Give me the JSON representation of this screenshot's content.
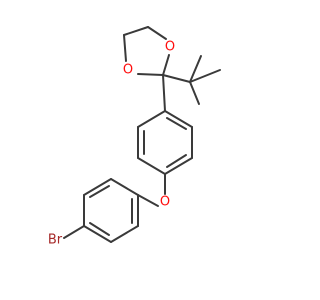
{
  "molecule": {
    "atoms": {
      "oxygen_ring_top": {
        "symbol": "O",
        "color": "#ff0d0d"
      },
      "oxygen_ring_left": {
        "symbol": "O",
        "color": "#ff0d0d"
      },
      "oxygen_ether": {
        "symbol": "O",
        "color": "#ff0d0d"
      },
      "bromine": {
        "symbol": "Br",
        "color": "#a62929"
      }
    },
    "bond_color": "#3a3a3a",
    "background": "#ffffff"
  }
}
